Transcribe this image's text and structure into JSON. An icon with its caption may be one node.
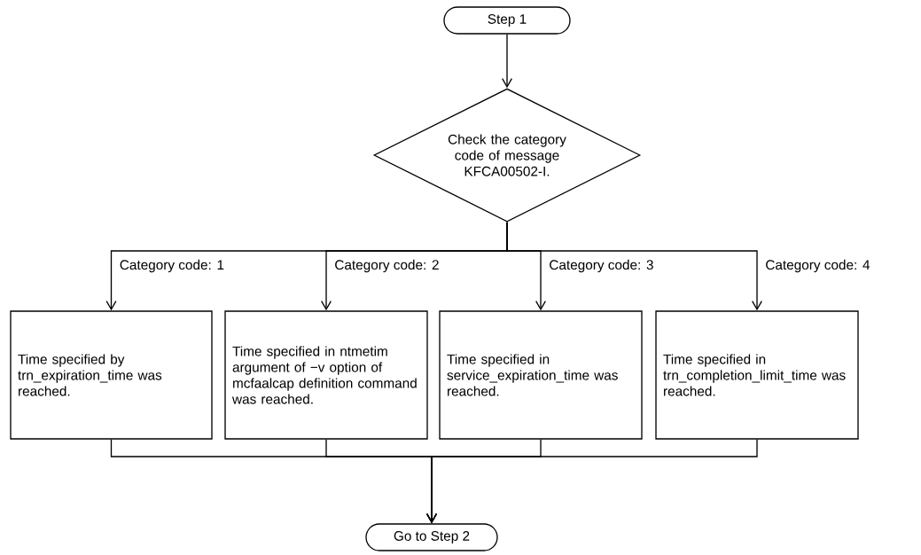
{
  "diagram": {
    "nodes": [
      {
        "text": [
          "Step 1"
        ]
      },
      {
        "text": [
          "Check the category code of message KFCA00502-I."
        ]
      },
      {
        "text": [
          "Time specified by trn_expiration_time was reached."
        ]
      },
      {
        "text": [
          "Time specified in ntmetim argument of −v option of mcfaalcap definition command was reached."
        ]
      },
      {
        "text": [
          "Time specified in service_expiration_time was reached."
        ]
      },
      {
        "text": [
          "Time specified in trn_completion_limit_time was reached."
        ]
      },
      {
        "text": [
          "Go to Step 2"
        ]
      }
    ],
    "edges": [
      {
        "from": 0,
        "to": 1,
        "arrow": "to"
      },
      {
        "from": 1,
        "to": 2,
        "arrow": "to",
        "label": "Category code: 1"
      },
      {
        "from": 1,
        "to": 3,
        "arrow": "to",
        "label": "Category code: 2"
      },
      {
        "from": 1,
        "to": 4,
        "arrow": "to",
        "label": "Category code: 3"
      },
      {
        "from": 1,
        "to": 5,
        "arrow": "to",
        "label": "Category code: 4"
      },
      {
        "from": 2,
        "to": 6,
        "arrow": "to"
      },
      {
        "from": 3,
        "to": 6,
        "arrow": "to"
      },
      {
        "from": 4,
        "to": 6,
        "arrow": "to"
      },
      {
        "from": 5,
        "to": 6,
        "arrow": "to"
      }
    ]
  }
}
